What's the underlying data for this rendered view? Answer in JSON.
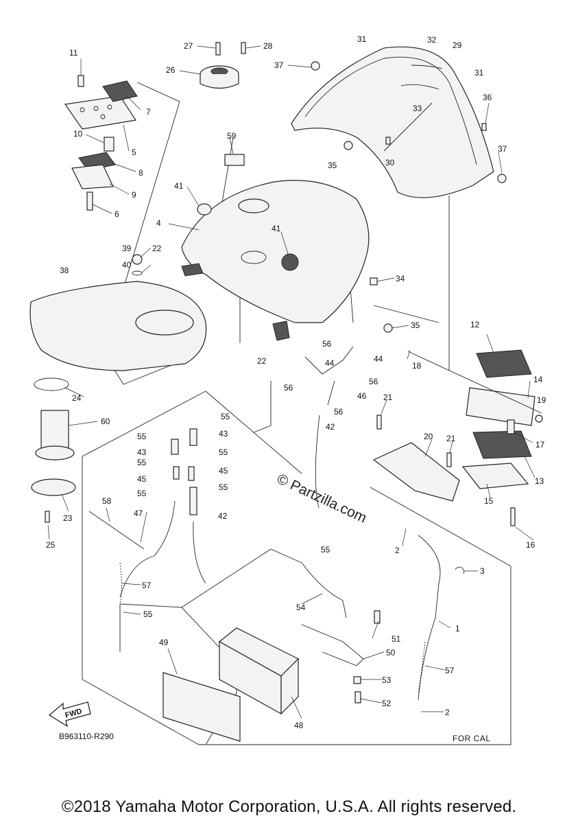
{
  "diagram": {
    "code": "B963110-R290",
    "region_note": "FOR CAL",
    "fwd_badge": "FWD",
    "watermark": "© Partzilla.com",
    "copyright": "©2018 Yamaha Motor Corporation, U.S.A. All rights reserved.",
    "callouts": {
      "c1": "1",
      "c2a": "2",
      "c2b": "2",
      "c3": "3",
      "c4": "4",
      "c5": "5",
      "c6": "6",
      "c7": "7",
      "c8": "8",
      "c9": "9",
      "c10": "10",
      "c11": "11",
      "c12": "12",
      "c13": "13",
      "c14": "14",
      "c15": "15",
      "c16": "16",
      "c17": "17",
      "c18": "18",
      "c19": "19",
      "c20": "20",
      "c21a": "21",
      "c21b": "21",
      "c22a": "22",
      "c22b": "22",
      "c23": "23",
      "c24": "24",
      "c25": "25",
      "c26": "26",
      "c27": "27",
      "c28": "28",
      "c29": "29",
      "c30": "30",
      "c31a": "31",
      "c31b": "31",
      "c32": "32",
      "c33": "33",
      "c34": "34",
      "c35a": "35",
      "c35b": "35",
      "c36": "36",
      "c37a": "37",
      "c37b": "37",
      "c38": "38",
      "c39": "39",
      "c40": "40",
      "c41a": "41",
      "c41b": "41",
      "c42a": "42",
      "c42b": "42",
      "c43a": "43",
      "c43b": "43",
      "c44a": "44",
      "c44b": "44",
      "c45a": "45",
      "c45b": "45",
      "c46": "46",
      "c47": "47",
      "c48": "48",
      "c49": "49",
      "c50": "50",
      "c51": "51",
      "c52": "52",
      "c53": "53",
      "c54": "54",
      "c55a": "55",
      "c55b": "55",
      "c55c": "55",
      "c55d": "55",
      "c55e": "55",
      "c55f": "55",
      "c55g": "55",
      "c55h": "55",
      "c56a": "56",
      "c56b": "56",
      "c56c": "56",
      "c56d": "56",
      "c57a": "57",
      "c57b": "57",
      "c58": "58",
      "c59": "59",
      "c60": "60"
    }
  }
}
